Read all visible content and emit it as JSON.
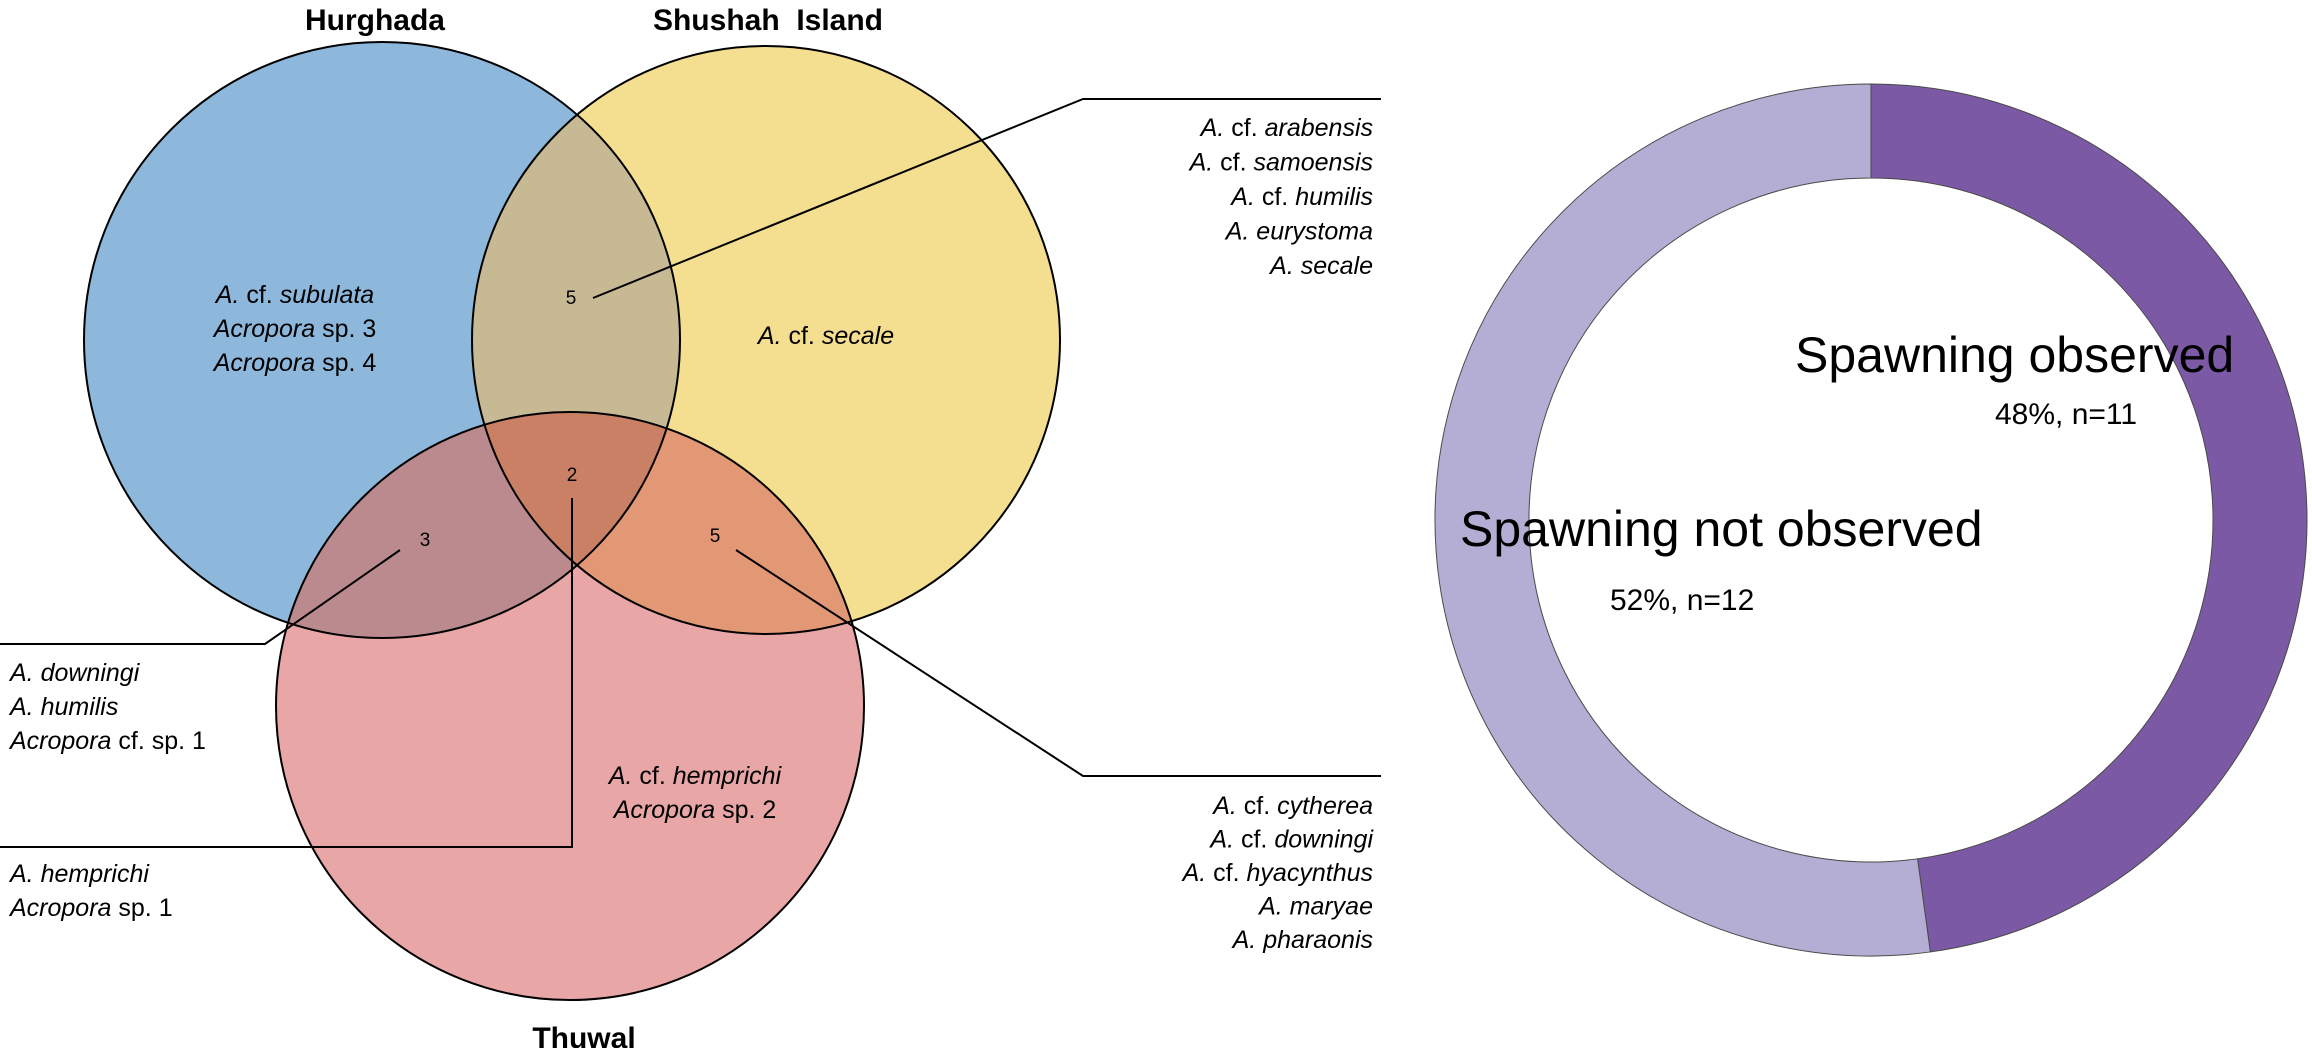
{
  "venn": {
    "sets": {
      "hurghada": {
        "label": "Hurghada",
        "color": "#8db8dc"
      },
      "shushah": {
        "label": "Shushah  Island",
        "color": "#f4de8f"
      },
      "thuwal": {
        "label": "Thuwal",
        "color": "#e8a6a6"
      }
    },
    "overlap_colors": {
      "hurghada_shushah": "#c6b994",
      "hurghada_thuwal": "#bb8a8e",
      "shushah_thuwal": "#e29875",
      "all_three": "#c98065"
    },
    "regions": {
      "hurghada_only": {
        "species": [
          {
            "parts": [
              {
                "t": "A.",
                "i": true
              },
              {
                "t": " cf. ",
                "i": false
              },
              {
                "t": "subulata",
                "i": true
              }
            ]
          },
          {
            "parts": [
              {
                "t": "Acropora",
                "i": true
              },
              {
                "t": " sp. 3",
                "i": false
              }
            ]
          },
          {
            "parts": [
              {
                "t": "Acropora",
                "i": true
              },
              {
                "t": " sp. 4",
                "i": false
              }
            ]
          }
        ]
      },
      "shushah_only": {
        "species": [
          {
            "parts": [
              {
                "t": "A.",
                "i": true
              },
              {
                "t": " cf. ",
                "i": false
              },
              {
                "t": "secale",
                "i": true
              }
            ]
          }
        ]
      },
      "thuwal_only": {
        "species": [
          {
            "parts": [
              {
                "t": "A.",
                "i": true
              },
              {
                "t": " cf. ",
                "i": false
              },
              {
                "t": "hemprichi",
                "i": true
              }
            ]
          },
          {
            "parts": [
              {
                "t": "Acropora",
                "i": true
              },
              {
                "t": " sp. 2",
                "i": false
              }
            ]
          }
        ]
      },
      "hurghada_shushah": {
        "count": "5",
        "species": [
          {
            "parts": [
              {
                "t": "A.",
                "i": true
              },
              {
                "t": " cf. ",
                "i": false
              },
              {
                "t": "arabensis",
                "i": true
              }
            ]
          },
          {
            "parts": [
              {
                "t": "A.",
                "i": true
              },
              {
                "t": " cf. ",
                "i": false
              },
              {
                "t": "samoensis",
                "i": true
              }
            ]
          },
          {
            "parts": [
              {
                "t": "A.",
                "i": true
              },
              {
                "t": " cf. ",
                "i": false
              },
              {
                "t": "humilis",
                "i": true
              }
            ]
          },
          {
            "parts": [
              {
                "t": "A. eurystoma",
                "i": true
              }
            ]
          },
          {
            "parts": [
              {
                "t": "A. secale",
                "i": true
              }
            ]
          }
        ]
      },
      "hurghada_thuwal": {
        "count": "3",
        "species": [
          {
            "parts": [
              {
                "t": "A. downingi",
                "i": true
              }
            ]
          },
          {
            "parts": [
              {
                "t": "A. humilis",
                "i": true
              }
            ]
          },
          {
            "parts": [
              {
                "t": "Acropora",
                "i": true
              },
              {
                "t": " cf. sp. 1",
                "i": false
              }
            ]
          }
        ]
      },
      "all_three": {
        "count": "2",
        "species": [
          {
            "parts": [
              {
                "t": "A. hemprichi",
                "i": true
              }
            ]
          },
          {
            "parts": [
              {
                "t": "Acropora",
                "i": true
              },
              {
                "t": " sp. 1",
                "i": false
              }
            ]
          }
        ]
      },
      "shushah_thuwal": {
        "count": "5",
        "species": [
          {
            "parts": [
              {
                "t": "A.",
                "i": true
              },
              {
                "t": " cf. ",
                "i": false
              },
              {
                "t": "cytherea",
                "i": true
              }
            ]
          },
          {
            "parts": [
              {
                "t": "A.",
                "i": true
              },
              {
                "t": " cf. ",
                "i": false
              },
              {
                "t": "downingi",
                "i": true
              }
            ]
          },
          {
            "parts": [
              {
                "t": "A.",
                "i": true
              },
              {
                "t": " cf. ",
                "i": false
              },
              {
                "t": "hyacynthus",
                "i": true
              }
            ]
          },
          {
            "parts": [
              {
                "t": "A. maryae",
                "i": true
              }
            ]
          },
          {
            "parts": [
              {
                "t": "A. pharaonis",
                "i": true
              }
            ]
          }
        ]
      }
    }
  },
  "chart_data": {
    "type": "pie",
    "donut": true,
    "slices": [
      {
        "label": "Spawning observed",
        "detail": "48%, n=11",
        "percent": 48,
        "n": 11,
        "color": "#7b59a4"
      },
      {
        "label": "Spawning not observed",
        "detail": "52%, n=12",
        "percent": 52,
        "n": 12,
        "color": "#b4aed5"
      }
    ]
  }
}
